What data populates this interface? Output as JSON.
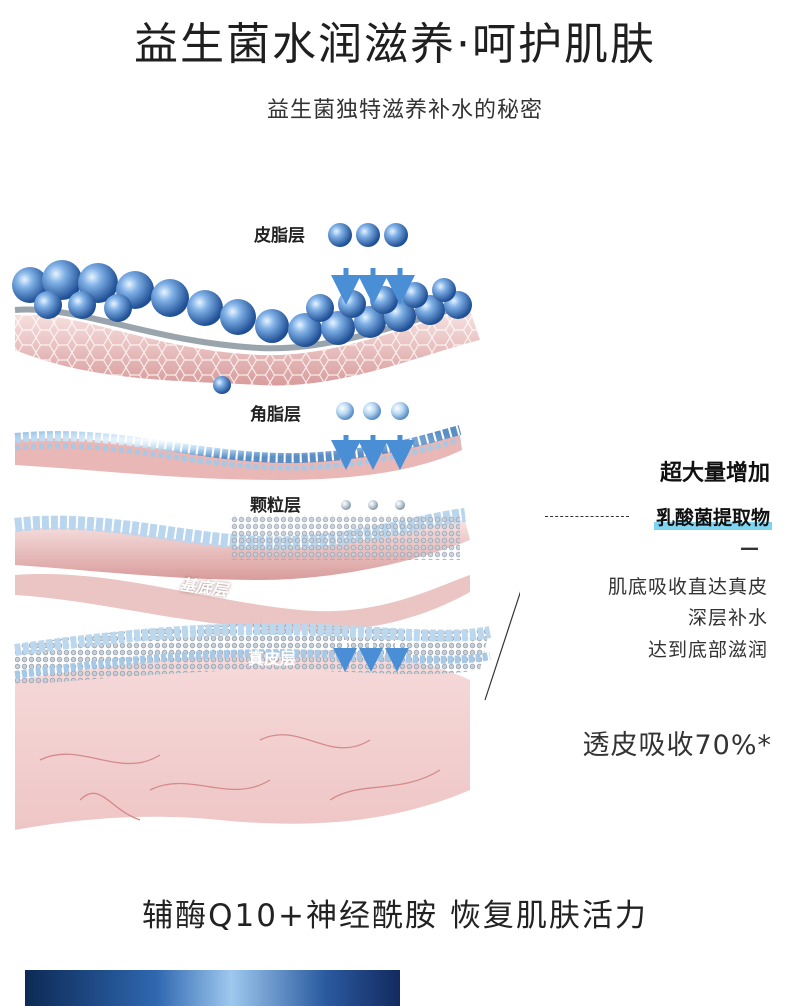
{
  "header": {
    "title": "益生菌水润滋养·呵护肌肤",
    "subtitle": "益生菌独特滋养补水的秘密"
  },
  "layers": {
    "sebum": "皮脂层",
    "stratum_corneum": "角脂层",
    "granular": "颗粒层",
    "basal": "基底层",
    "dermis": "真皮层"
  },
  "claims": {
    "headline": "超大量增加",
    "ingredient": "乳酸菌提取物",
    "dash": "—",
    "lines": [
      "肌底吸收直达真皮",
      "深层补水",
      "达到底部滋润"
    ],
    "absorption": "透皮吸收70%*"
  },
  "footer": {
    "caption": "辅酶Q10+神经酰胺 恢复肌肤活力"
  },
  "colors": {
    "bead_blue": "#3f7fc4",
    "skin_pink": "#f0cfcf",
    "highlight": "#7fd4f2",
    "arrow": "#4a8fd6"
  }
}
